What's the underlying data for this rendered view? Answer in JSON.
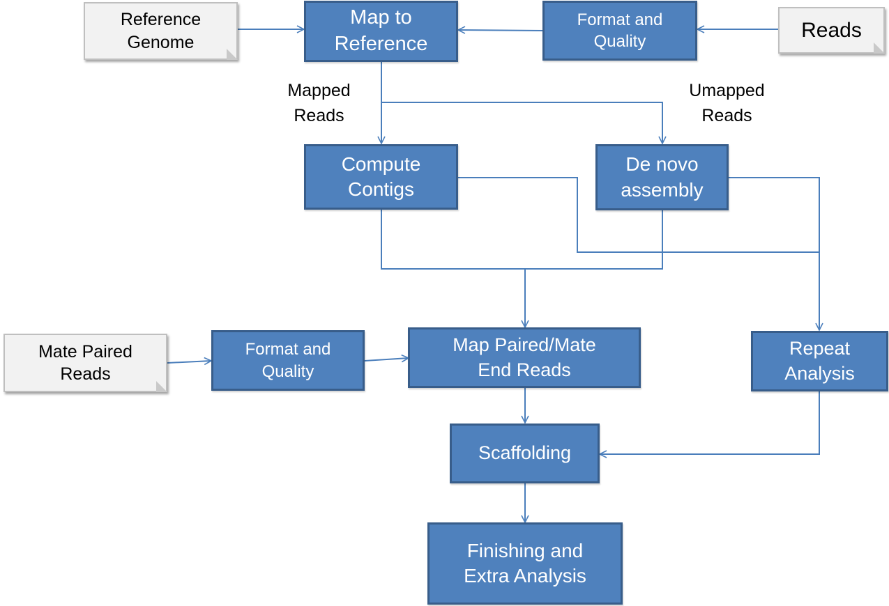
{
  "diagram": {
    "colors": {
      "process_fill": "#4f81bd",
      "process_border": "#385d8a",
      "document_fill": "#f2f2f2",
      "connector": "#4a7ebb"
    },
    "inputs": {
      "reference_genome": "Reference\nGenome",
      "reads": "Reads",
      "mate_paired_reads": "Mate Paired\nReads"
    },
    "steps": {
      "map_to_reference": "Map to\nReference",
      "format_quality_top": "Format and\nQuality",
      "compute_contigs": "Compute\nContigs",
      "de_novo_assembly": "De novo\nassembly",
      "format_quality_bottom": "Format and\nQuality",
      "map_paired_mate": "Map Paired/Mate\nEnd Reads",
      "repeat_analysis": "Repeat\nAnalysis",
      "scaffolding": "Scaffolding",
      "finishing": "Finishing and\nExtra Analysis"
    },
    "edge_labels": {
      "mapped_reads": "Mapped\nReads",
      "unmapped_reads": "Umapped\nReads"
    }
  }
}
